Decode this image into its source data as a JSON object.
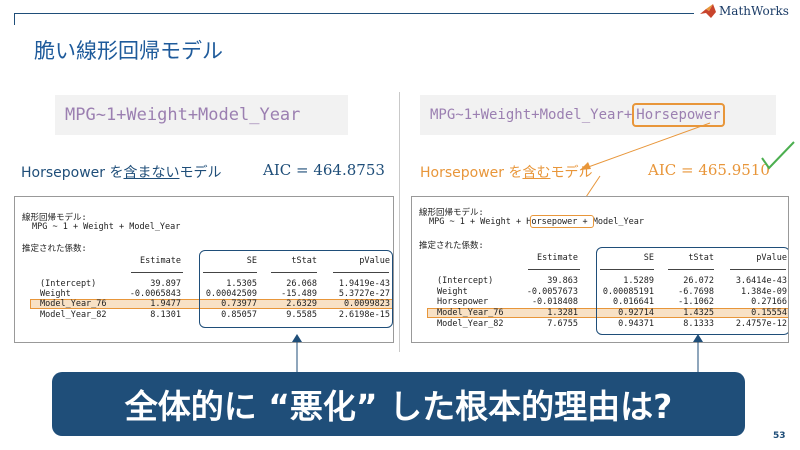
{
  "slide": {
    "title": "脆い線形回帰モデル",
    "page_number": "53",
    "question": "全体的に “悪化” した根本的理由は?"
  },
  "logo": {
    "text": "MathWorks",
    "icon": "mathworks-membrane-icon"
  },
  "left": {
    "formula": "MPG~1+Weight+Model_Year",
    "label_prefix": "Horsepower を",
    "label_emphasis": "含まない",
    "label_suffix": "モデル",
    "aic": "AIC = 464.8753",
    "panel": {
      "header": "線形回帰モデル:",
      "model": "MPG ~ 1 + Weight + Model_Year",
      "coef_title": "推定された係数:",
      "columns": [
        "Estimate",
        "SE",
        "tStat",
        "pValue"
      ],
      "rows": [
        {
          "name": "(Intercept)",
          "values": [
            "39.897",
            "1.5305",
            "26.068",
            "1.9419e-43"
          ]
        },
        {
          "name": "Weight",
          "values": [
            "-0.0065843",
            "0.00042509",
            "-15.489",
            "5.3727e-27"
          ]
        },
        {
          "name": "Model_Year_76",
          "values": [
            "1.9477",
            "0.73977",
            "2.6329",
            "0.0099823"
          ]
        },
        {
          "name": "Model_Year_82",
          "values": [
            "8.1301",
            "0.85057",
            "9.5585",
            "2.6198e-15"
          ]
        }
      ]
    }
  },
  "right": {
    "formula_prefix": "MPG~1+Weight+Model_Year+",
    "formula_highlight": "Horsepower",
    "label_prefix": "Horsepower を",
    "label_emphasis": "含む",
    "label_suffix": "モデル",
    "aic": "AIC = 465.9510",
    "check_icon": "checkmark-icon",
    "panel": {
      "header": "線形回帰モデル:",
      "model_prefix": "MPG ~ 1 + Weight + ",
      "model_highlight": "Horsepower",
      "model_suffix": " + Model_Year",
      "coef_title": "推定された係数:",
      "columns": [
        "Estimate",
        "SE",
        "tStat",
        "pValue"
      ],
      "rows": [
        {
          "name": "(Intercept)",
          "values": [
            "39.863",
            "1.5289",
            "26.072",
            "3.6414e-43"
          ]
        },
        {
          "name": "Weight",
          "values": [
            "-0.0057673",
            "0.00085191",
            "-6.7698",
            "1.384e-09"
          ]
        },
        {
          "name": "Horsepower",
          "values": [
            "-0.018408",
            "0.016641",
            "-1.1062",
            "0.27166"
          ]
        },
        {
          "name": "Model_Year_76",
          "values": [
            "1.3281",
            "0.92714",
            "1.4325",
            "0.15554"
          ]
        },
        {
          "name": "Model_Year_82",
          "values": [
            "7.6755",
            "0.94371",
            "8.1333",
            "2.4757e-12"
          ]
        }
      ]
    }
  },
  "colors": {
    "navy": "#1f4e79",
    "title_blue": "#1f5b9b",
    "orange": "#e8963a",
    "check_green": "#4caf50",
    "formula_text": "#9b7fb1",
    "formula_bg": "#f2f2f2",
    "row_highlight": "#f8e1c5"
  }
}
